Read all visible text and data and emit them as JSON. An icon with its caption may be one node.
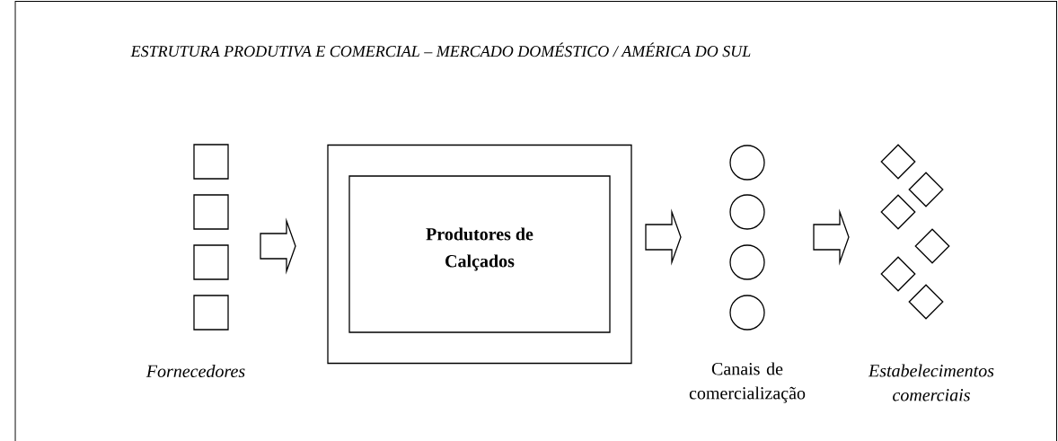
{
  "diagram": {
    "title": "ESTRUTURA PRODUTIVA E COMERCIAL –  MERCADO DOMÉSTICO / AMÉRICA DO SUL",
    "nodes": [
      {
        "text": [],
        "shape": "box"
      },
      {
        "text": [],
        "shape": "box"
      },
      {
        "text": [],
        "shape": "box"
      },
      {
        "text": [],
        "shape": "box"
      },
      {
        "text": [],
        "shape": "box"
      },
      {
        "text": [
          "Produtores de Calçados"
        ],
        "in": 4
      },
      {
        "text": [],
        "shape": "circle"
      },
      {
        "text": [],
        "shape": "circle"
      },
      {
        "text": [],
        "shape": "circle"
      },
      {
        "text": [],
        "shape": "circle"
      },
      {
        "text": [],
        "shape": "diamond"
      },
      {
        "text": [],
        "shape": "diamond"
      },
      {
        "text": [],
        "shape": "diamond"
      },
      {
        "text": [],
        "shape": "diamond"
      },
      {
        "text": [],
        "shape": "diamond"
      },
      {
        "text": [],
        "shape": "diamond"
      }
    ],
    "edges": [
      {
        "from": 2,
        "to": 4,
        "arrow": "to"
      },
      {
        "from": 4,
        "to": 7,
        "arrow": "to"
      },
      {
        "from": 7,
        "to": 12,
        "arrow": "to"
      }
    ],
    "labels": [
      "Fornecedores",
      "Canais de comercialização",
      "Estabelecimentos comerciais"
    ]
  }
}
